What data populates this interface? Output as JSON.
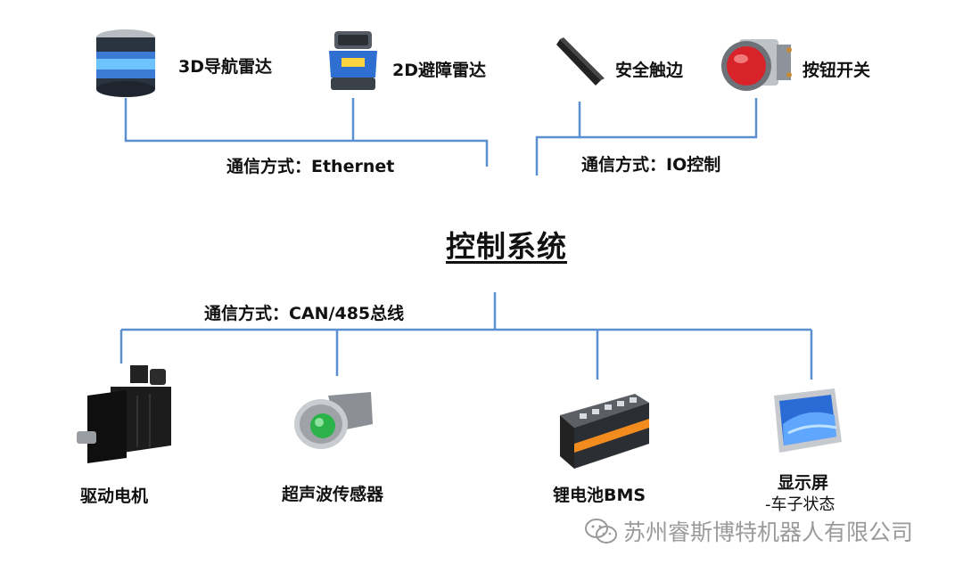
{
  "title": "控制系统",
  "top_left": {
    "comm_label": "通信方式：Ethernet",
    "devices": [
      {
        "label": "3D导航雷达",
        "icon": "3d-lidar-icon"
      },
      {
        "label": "2D避障雷达",
        "icon": "2d-lidar-icon"
      }
    ]
  },
  "top_right": {
    "comm_label": "通信方式：IO控制",
    "devices": [
      {
        "label": "安全触边",
        "icon": "safety-edge-icon"
      },
      {
        "label": "按钮开关",
        "icon": "push-button-icon"
      }
    ]
  },
  "bottom": {
    "comm_label": "通信方式：CAN/485总线",
    "devices": [
      {
        "label": "驱动电机",
        "icon": "servo-motor-icon"
      },
      {
        "label": "超声波传感器",
        "icon": "ultrasonic-sensor-icon"
      },
      {
        "label": "锂电池BMS",
        "icon": "battery-bms-icon"
      },
      {
        "label": "显示屏",
        "sublabel": "-车子状态",
        "icon": "display-screen-icon"
      }
    ]
  },
  "watermark": "苏州睿斯博特机器人有限公司",
  "colors": {
    "line": "#5b8fd0",
    "text": "#111111",
    "watermark": "#9a9a9a"
  }
}
